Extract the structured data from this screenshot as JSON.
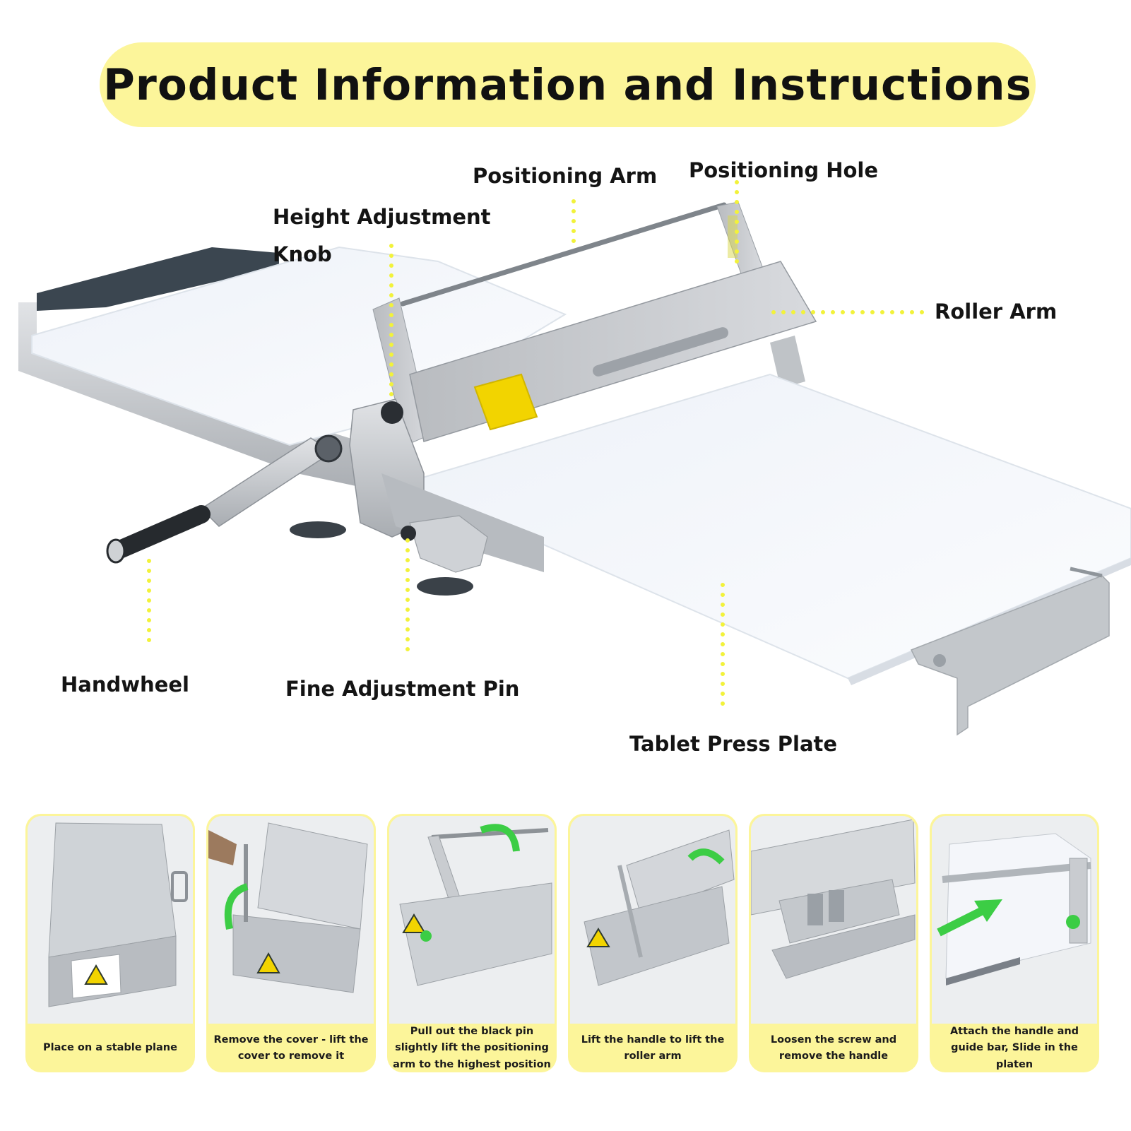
{
  "title": "Product Information and Instructions",
  "colors": {
    "highlight": "#fcf59a",
    "callout_dots": "#f2f23a",
    "steel": "#c9ccd0",
    "board": "#f4f6fa",
    "arrow_green": "#3ccd45",
    "warning_yellow": "#f2d400"
  },
  "callouts": {
    "positioning_arm": "Positioning Arm",
    "positioning_hole": "Positioning Hole",
    "height_adjustment_line1": "Height Adjustment",
    "height_adjustment_line2": "Knob",
    "roller_arm": "Roller Arm",
    "handwheel": "Handwheel",
    "fine_adjustment_pin": "Fine Adjustment Pin",
    "tablet_press_plate": "Tablet Press Plate"
  },
  "steps": [
    {
      "caption": "Place on a stable plane"
    },
    {
      "caption": "Remove the cover - lift the cover to remove it"
    },
    {
      "caption": "Pull out the black pin slightly lift the positioning arm to the highest position"
    },
    {
      "caption": "Lift the handle to lift the roller arm"
    },
    {
      "caption": "Loosen the screw and remove the handle"
    },
    {
      "caption": "Attach the handle and guide bar, Slide in the platen"
    }
  ]
}
